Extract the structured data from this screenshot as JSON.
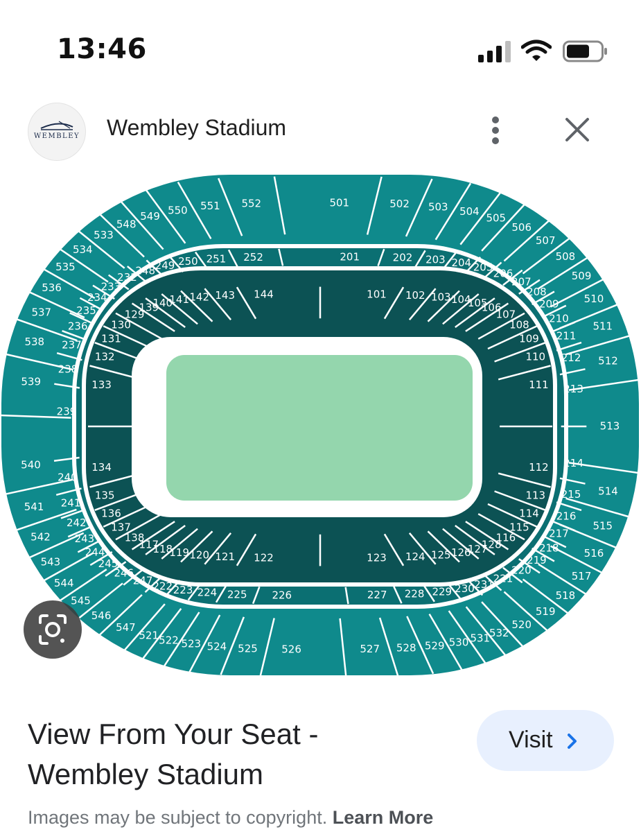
{
  "status_bar": {
    "time": "13:46"
  },
  "source": {
    "logo_text": "WEMBLEY",
    "title": "Wembley Stadium",
    "more_icon": "more-vert-icon",
    "close_icon": "close-icon"
  },
  "map": {
    "colors": {
      "outer": "#0f8a8c",
      "middle": "#0b6f72",
      "lower": "#0c5254",
      "pitch": "#94d6ad",
      "border": "#ffffff"
    },
    "tier_500_top": [
      "548",
      "549",
      "550",
      "551",
      "552",
      "501",
      "502",
      "503",
      "504",
      "505"
    ],
    "tier_500_bottom": [
      "532",
      "531",
      "530",
      "529",
      "528",
      "527",
      "526",
      "525",
      "524",
      "523",
      "522",
      "521"
    ],
    "tier_500_left": [
      "547",
      "546",
      "545",
      "544",
      "543",
      "542",
      "541",
      "540",
      "539",
      "538",
      "537",
      "536",
      "535",
      "534",
      "533"
    ],
    "tier_500_right": [
      "506",
      "507",
      "508",
      "509",
      "510",
      "511",
      "512",
      "513",
      "514",
      "515",
      "516",
      "517",
      "518",
      "519",
      "520"
    ],
    "tier_200_top": [
      "248",
      "249",
      "250",
      "251",
      "252",
      "201",
      "202",
      "203",
      "204",
      "205"
    ],
    "tier_200_bottom": [
      "231",
      "230",
      "229",
      "228",
      "227",
      "226",
      "225",
      "224",
      "223",
      "222"
    ],
    "tier_200_left": [
      "247",
      "246",
      "245",
      "244",
      "243",
      "242",
      "241",
      "240",
      "239",
      "238",
      "237",
      "236",
      "235",
      "234",
      "233",
      "232"
    ],
    "tier_200_right": [
      "206",
      "207",
      "208",
      "209",
      "210",
      "211",
      "212",
      "213",
      "214",
      "215",
      "216",
      "217",
      "218",
      "219",
      "220",
      "221"
    ],
    "tier_100_top": [
      "139",
      "140",
      "141",
      "142",
      "143",
      "144",
      "101",
      "102",
      "103",
      "104",
      "105",
      "106"
    ],
    "tier_100_bottom": [
      "128",
      "127",
      "126",
      "125",
      "124",
      "123",
      "122",
      "121",
      "120",
      "119",
      "118",
      "117"
    ],
    "tier_100_left": [
      "138",
      "137",
      "136",
      "135",
      "134",
      "133",
      "132",
      "131",
      "130",
      "129"
    ],
    "tier_100_right": [
      "107",
      "108",
      "109",
      "110",
      "111",
      "112",
      "113",
      "114",
      "115",
      "116"
    ]
  },
  "lens_icon": "lens-camera-icon",
  "result": {
    "title_line1": "View From Your Seat -",
    "title_line2": "Wembley Stadium",
    "visit_label": "Visit",
    "visit_icon": "chevron-right-icon"
  },
  "footer": {
    "copyright_text": "Images may be subject to copyright.",
    "learn_more": "Learn More"
  }
}
